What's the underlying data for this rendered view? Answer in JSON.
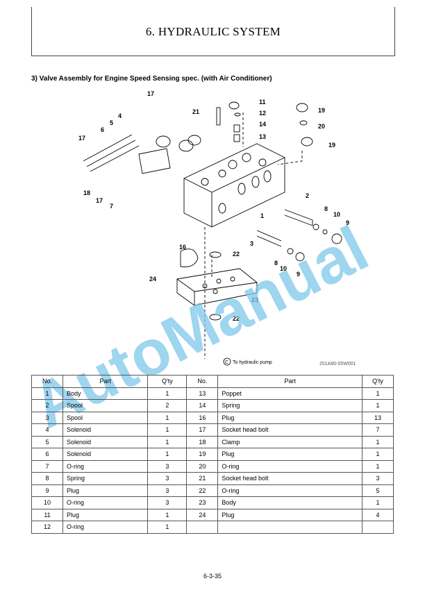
{
  "header": {
    "title": "6. HYDRAULIC SYSTEM"
  },
  "section": {
    "title": "3)  Valve Assembly for Engine Speed Sensing spec. (with Air Conditioner)"
  },
  "diagram": {
    "callouts": [
      "17",
      "21",
      "11",
      "12",
      "14",
      "13",
      "19",
      "20",
      "19",
      "4",
      "5",
      "6",
      "17",
      "18",
      "17",
      "7",
      "2",
      "8",
      "10",
      "9",
      "1",
      "16",
      "3",
      "22",
      "8",
      "10",
      "9",
      "24",
      "23",
      "22"
    ],
    "pump_note": "To hydraulic pump",
    "pump_symbol": "C",
    "figure_code": "251A80-05W001"
  },
  "watermark": "AutoManual",
  "table": {
    "headers": [
      "No.",
      "Part",
      "Q'ty",
      "No.",
      "Part",
      "Q'ty"
    ],
    "rows": [
      [
        "1",
        "Body",
        "1",
        "13",
        "Poppet",
        "1"
      ],
      [
        "2",
        "Spool",
        "2",
        "14",
        "Spring",
        "1"
      ],
      [
        "3",
        "Spool",
        "1",
        "16",
        "Plug",
        "13"
      ],
      [
        "4",
        "Solenoid",
        "1",
        "17",
        "Socket head bolt",
        "7"
      ],
      [
        "5",
        "Solenoid",
        "1",
        "18",
        "Clamp",
        "1"
      ],
      [
        "6",
        "Solenoid",
        "1",
        "19",
        "Plug",
        "1"
      ],
      [
        "7",
        "O-ring",
        "3",
        "20",
        "O-ring",
        "1"
      ],
      [
        "8",
        "Spring",
        "3",
        "21",
        "Socket head bolt",
        "3"
      ],
      [
        "9",
        "Plug",
        "3",
        "22",
        "O-ring",
        "5"
      ],
      [
        "10",
        "O-ring",
        "3",
        "23",
        "Body",
        "1"
      ],
      [
        "11",
        "Plug",
        "1",
        "24",
        "Plug",
        "4"
      ],
      [
        "12",
        "O-ring",
        "1",
        "",
        "",
        ""
      ]
    ]
  },
  "footer": {
    "page_number": "6-3-35"
  }
}
